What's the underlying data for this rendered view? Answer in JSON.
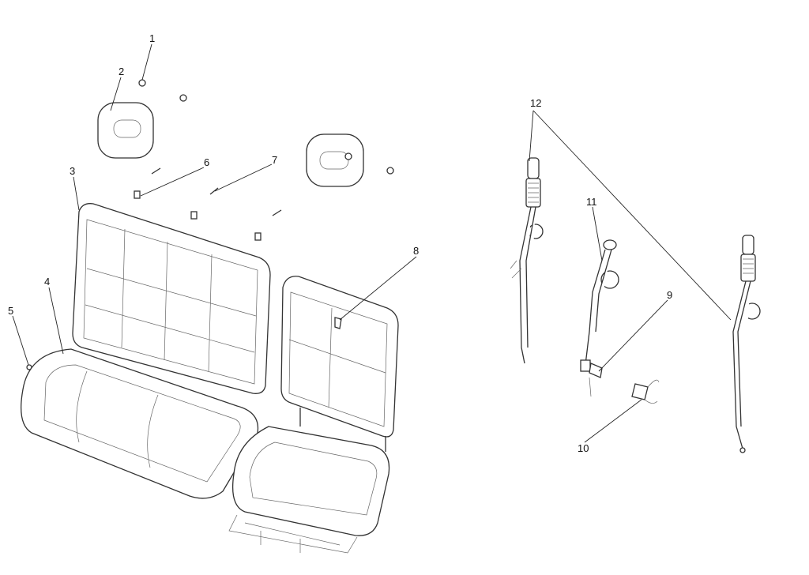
{
  "diagram": {
    "title": "Seat and seat belt exploded view",
    "callouts": [
      {
        "id": "1",
        "label": "1"
      },
      {
        "id": "2",
        "label": "2"
      },
      {
        "id": "3",
        "label": "3"
      },
      {
        "id": "4",
        "label": "4"
      },
      {
        "id": "5",
        "label": "5"
      },
      {
        "id": "6",
        "label": "6"
      },
      {
        "id": "7",
        "label": "7"
      },
      {
        "id": "8",
        "label": "8"
      },
      {
        "id": "9",
        "label": "9"
      },
      {
        "id": "10",
        "label": "10"
      },
      {
        "id": "11",
        "label": "11"
      },
      {
        "id": "12",
        "label": "12"
      }
    ]
  }
}
